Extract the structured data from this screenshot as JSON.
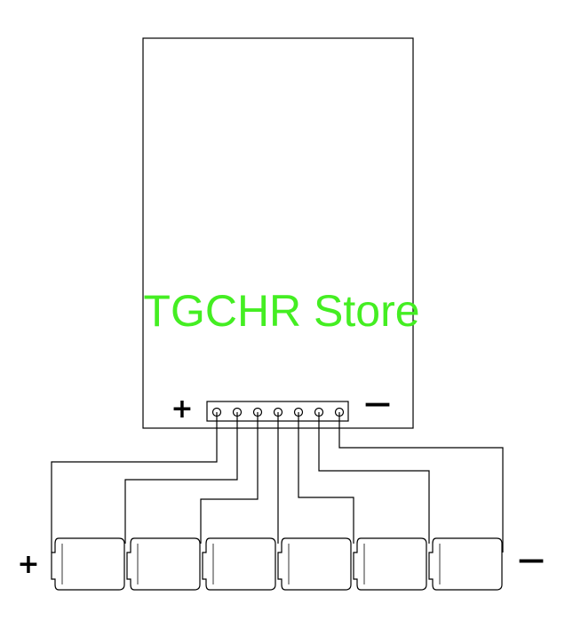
{
  "watermark": {
    "text": "TGCHR Store",
    "color": "#44ee22"
  },
  "board": {
    "plus_label": "+",
    "minus_label": "—",
    "terminal_count": 7
  },
  "pack": {
    "plus_label": "+",
    "minus_label": "—",
    "cell_count": 6
  },
  "colors": {
    "line": "#000000",
    "background": "#ffffff"
  }
}
